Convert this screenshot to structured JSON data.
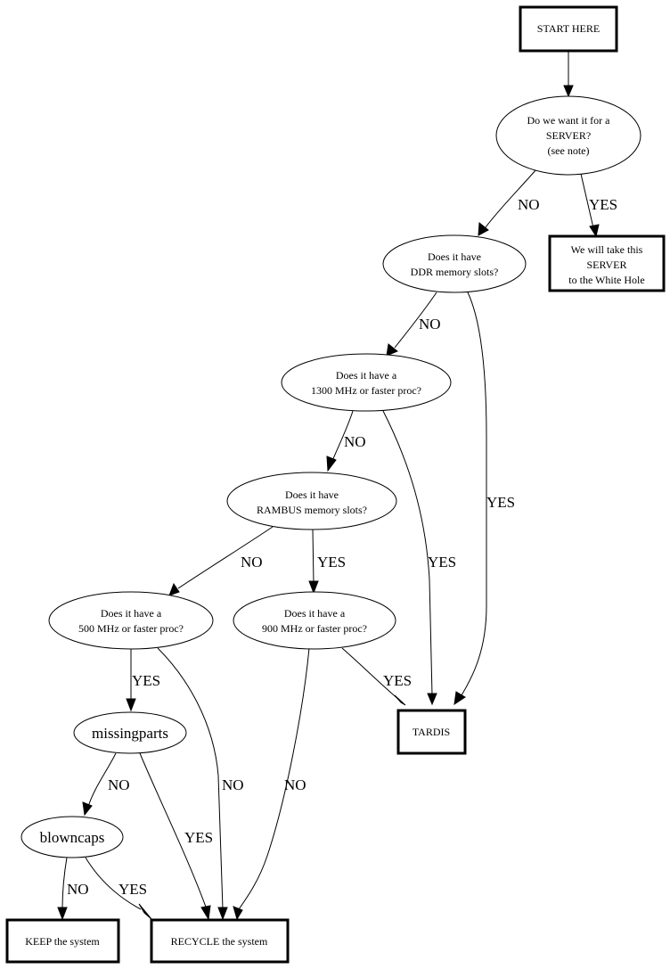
{
  "diagram": {
    "nodes": {
      "start": {
        "lines": [
          "START HERE"
        ],
        "shape": "box"
      },
      "server": {
        "lines": [
          "Do we want it for a",
          "SERVER?",
          "(see note)"
        ],
        "shape": "ellipse"
      },
      "whitehole": {
        "lines": [
          "We will take this",
          "SERVER",
          "to the White Hole"
        ],
        "shape": "box"
      },
      "ddr": {
        "lines": [
          "Does it have",
          "DDR memory slots?"
        ],
        "shape": "ellipse"
      },
      "p1300": {
        "lines": [
          "Does it have a",
          "1300 MHz or faster proc?"
        ],
        "shape": "ellipse"
      },
      "rambus": {
        "lines": [
          "Does it have",
          "RAMBUS memory slots?"
        ],
        "shape": "ellipse"
      },
      "p500": {
        "lines": [
          "Does it have a",
          "500 MHz or faster proc?"
        ],
        "shape": "ellipse"
      },
      "p900": {
        "lines": [
          "Does it have a",
          "900 MHz or faster proc?"
        ],
        "shape": "ellipse"
      },
      "tardis": {
        "lines": [
          "TARDIS"
        ],
        "shape": "box"
      },
      "missingparts": {
        "lines": [
          "missingparts"
        ],
        "shape": "ellipse"
      },
      "blowncaps": {
        "lines": [
          "blowncaps"
        ],
        "shape": "ellipse"
      },
      "keep": {
        "lines": [
          "KEEP the system"
        ],
        "shape": "box"
      },
      "recycle": {
        "lines": [
          "RECYCLE the system"
        ],
        "shape": "box"
      }
    },
    "edges": [
      {
        "from": "start",
        "to": "server",
        "label": ""
      },
      {
        "from": "server",
        "to": "ddr",
        "label": "NO"
      },
      {
        "from": "server",
        "to": "whitehole",
        "label": "YES"
      },
      {
        "from": "ddr",
        "to": "p1300",
        "label": "NO"
      },
      {
        "from": "ddr",
        "to": "tardis",
        "label": "YES"
      },
      {
        "from": "p1300",
        "to": "rambus",
        "label": "NO"
      },
      {
        "from": "p1300",
        "to": "tardis",
        "label": "YES"
      },
      {
        "from": "rambus",
        "to": "p500",
        "label": "NO"
      },
      {
        "from": "rambus",
        "to": "p900",
        "label": "YES"
      },
      {
        "from": "p500",
        "to": "missingparts",
        "label": "YES"
      },
      {
        "from": "p500",
        "to": "recycle",
        "label": "NO"
      },
      {
        "from": "p900",
        "to": "tardis",
        "label": "YES"
      },
      {
        "from": "p900",
        "to": "recycle",
        "label": "NO"
      },
      {
        "from": "missingparts",
        "to": "blowncaps",
        "label": "NO"
      },
      {
        "from": "missingparts",
        "to": "recycle",
        "label": "YES"
      },
      {
        "from": "blowncaps",
        "to": "keep",
        "label": "NO"
      },
      {
        "from": "blowncaps",
        "to": "recycle",
        "label": "YES"
      }
    ]
  }
}
